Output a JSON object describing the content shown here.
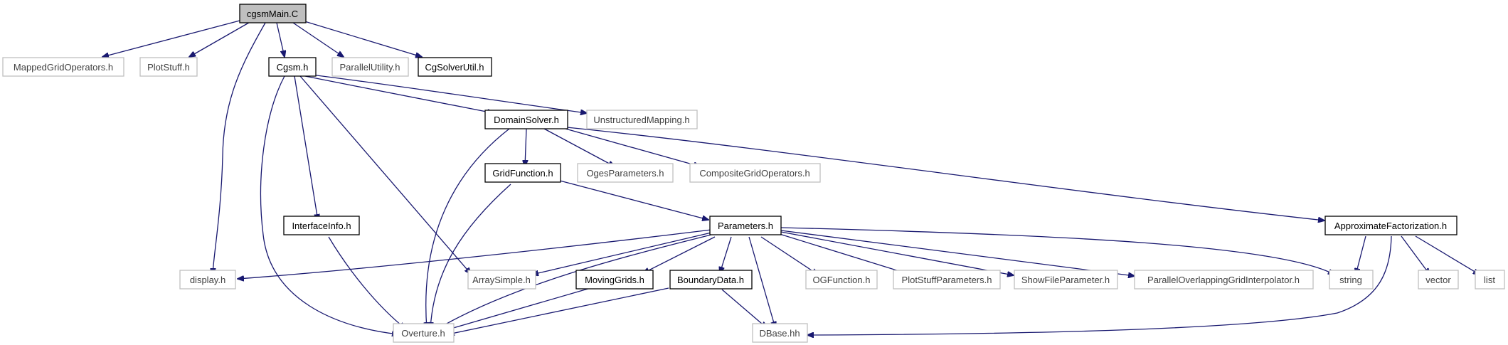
{
  "nodes": {
    "root": "cgsmMain.C",
    "mappedgridops": "MappedGridOperators.h",
    "plotstuff": "PlotStuff.h",
    "cgsm": "Cgsm.h",
    "parallelutility": "ParallelUtility.h",
    "cgsolverutil": "CgSolverUtil.h",
    "unstructured": "UnstructuredMapping.h",
    "domainsolver": "DomainSolver.h",
    "gridfunction": "GridFunction.h",
    "ogesparams": "OgesParameters.h",
    "compositegridops": "CompositeGridOperators.h",
    "interfaceinfo": "InterfaceInfo.h",
    "parameters": "Parameters.h",
    "approxfact": "ApproximateFactorization.h",
    "display": "display.h",
    "arraysimple": "ArraySimple.h",
    "movinggrids": "MovingGrids.h",
    "boundarydata": "BoundaryData.h",
    "ogfunction": "OGFunction.h",
    "plotstuffparams": "PlotStuffParameters.h",
    "showfileparam": "ShowFileParameter.h",
    "parallelovgi": "ParallelOverlappingGridInterpolator.h",
    "string": "string",
    "vector": "vector",
    "list": "list",
    "overture": "Overture.h",
    "dbase": "DBase.hh"
  },
  "colors": {
    "edge": "#191970",
    "documented_border": "#000000",
    "external_border": "#bfbfbf",
    "root_fill": "#bfbfbf"
  }
}
